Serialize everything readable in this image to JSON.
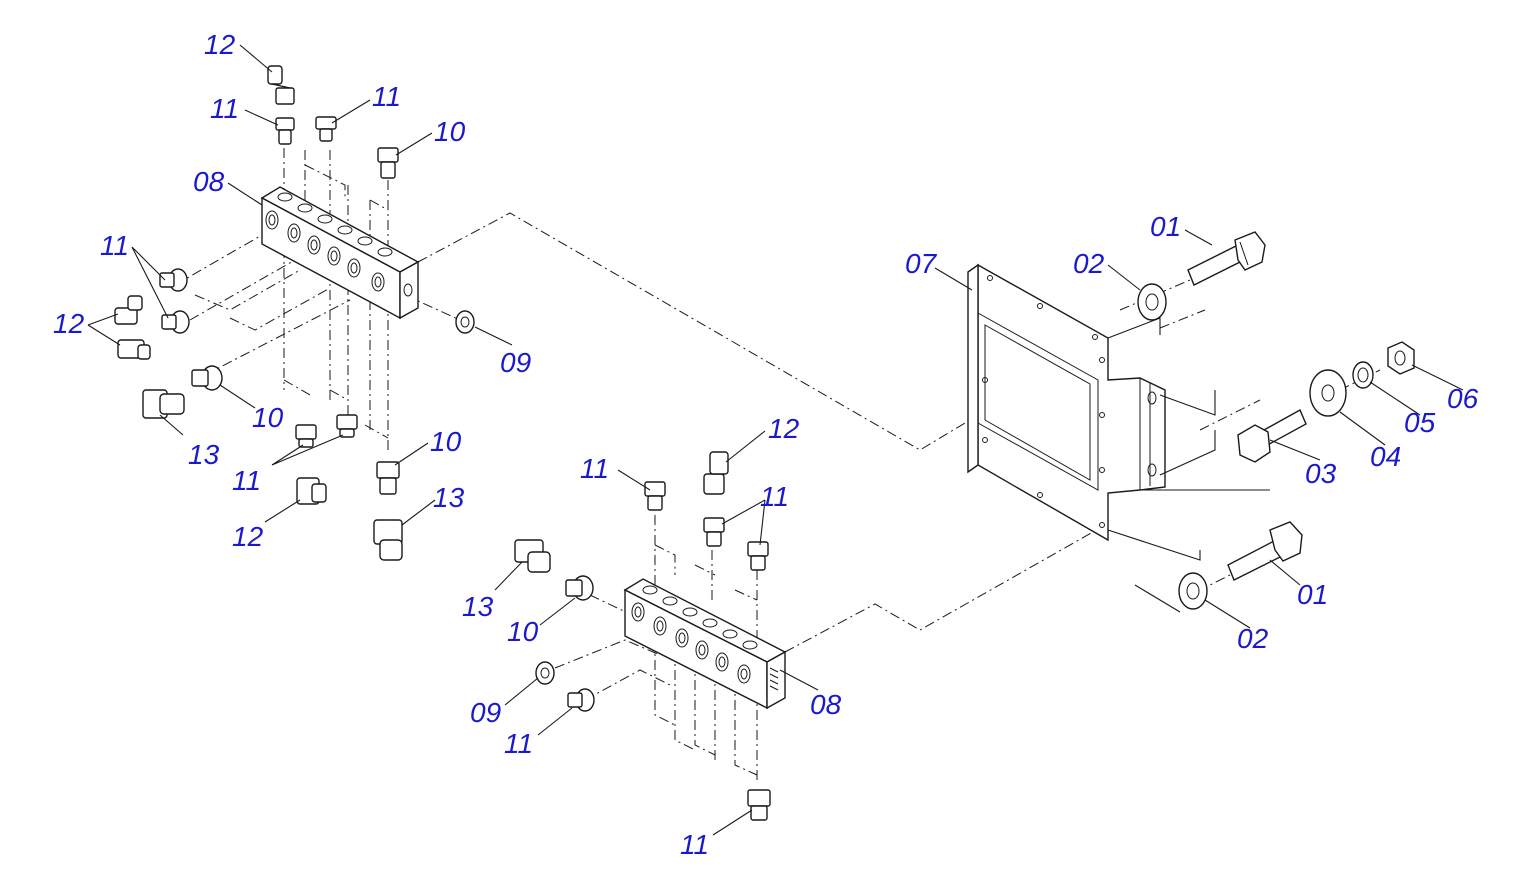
{
  "diagram": {
    "colors": {
      "label": "#1a1acc",
      "line": "#1a1a1a",
      "background": "#ffffff"
    },
    "labels": {
      "l_12a": "12",
      "l_11a": "11",
      "l_11b": "11",
      "l_10a": "10",
      "l_08a": "08",
      "l_11c": "11",
      "l_12b": "12",
      "l_09a": "09",
      "l_10b": "10",
      "l_13a": "13",
      "l_11d": "11",
      "l_10c": "10",
      "l_13b": "13",
      "l_12c": "12",
      "l_11e": "11",
      "l_12d": "12",
      "l_11f": "11",
      "l_13c": "13",
      "l_10d": "10",
      "l_09b": "09",
      "l_11g": "11",
      "l_08b": "08",
      "l_11h": "11",
      "l_07": "07",
      "l_01a": "01",
      "l_02a": "02",
      "l_06": "06",
      "l_05": "05",
      "l_04": "04",
      "l_03": "03",
      "l_01b": "01",
      "l_02b": "02"
    }
  }
}
